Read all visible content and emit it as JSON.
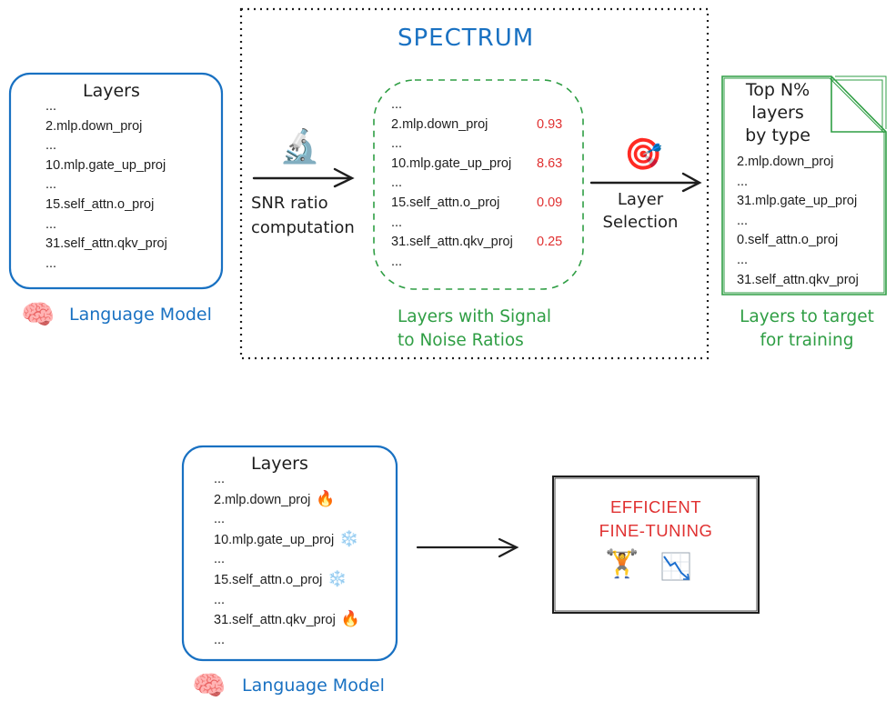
{
  "lm_box_top": {
    "title": "Layers",
    "lines": [
      "...",
      "2.mlp.down_proj",
      "...",
      "10.mlp.gate_up_proj",
      "...",
      "15.self_attn.o_proj",
      "...",
      "31.self_attn.qkv_proj",
      "..."
    ],
    "caption": "Language Model",
    "caption_icon": "brain-icon"
  },
  "spectrum": {
    "title": "SPECTRUM",
    "snr_label_1": "SNR ratio",
    "snr_label_2": "computation",
    "snr_icon": "microscope-icon",
    "layers": [
      {
        "name": "...",
        "value": ""
      },
      {
        "name": "2.mlp.down_proj",
        "value": "0.93"
      },
      {
        "name": "...",
        "value": ""
      },
      {
        "name": "10.mlp.gate_up_proj",
        "value": "8.63"
      },
      {
        "name": "...",
        "value": ""
      },
      {
        "name": "15.self_attn.o_proj",
        "value": "0.09"
      },
      {
        "name": "...",
        "value": ""
      },
      {
        "name": "31.self_attn.qkv_proj",
        "value": "0.25"
      },
      {
        "name": "...",
        "value": ""
      }
    ],
    "snr_caption_1": "Layers with Signal",
    "snr_caption_2": "to Noise Ratios",
    "selection_label_1": "Layer",
    "selection_label_2": "Selection",
    "selection_icon": "target-icon"
  },
  "target_doc": {
    "title_1": "Top N%",
    "title_2": "layers",
    "title_3": "by type",
    "lines": [
      "2.mlp.down_proj",
      "...",
      "31.mlp.gate_up_proj",
      "...",
      "0.self_attn.o_proj",
      "...",
      "31.self_attn.qkv_proj"
    ],
    "caption_1": "Layers to target",
    "caption_2": "for training"
  },
  "lm_box_bottom": {
    "title": "Layers",
    "lines": [
      {
        "name": "...",
        "icon": ""
      },
      {
        "name": "2.mlp.down_proj",
        "icon": "🔥"
      },
      {
        "name": "...",
        "icon": ""
      },
      {
        "name": "10.mlp.gate_up_proj",
        "icon": "❄️"
      },
      {
        "name": "...",
        "icon": ""
      },
      {
        "name": "15.self_attn.o_proj",
        "icon": "❄️"
      },
      {
        "name": "...",
        "icon": ""
      },
      {
        "name": "31.self_attn.qkv_proj",
        "icon": "🔥"
      },
      {
        "name": "...",
        "icon": ""
      }
    ],
    "caption": "Language Model",
    "caption_icon": "brain-icon"
  },
  "result_box": {
    "title_1": "EFFICIENT",
    "title_2": "FINE-TUNING",
    "icons": [
      "weightlifter-icon",
      "chart-decreasing-icon"
    ]
  },
  "colors": {
    "blue": "#1971c2",
    "green": "#2f9e44",
    "red": "#e03131",
    "ink": "#1e1e1e"
  }
}
